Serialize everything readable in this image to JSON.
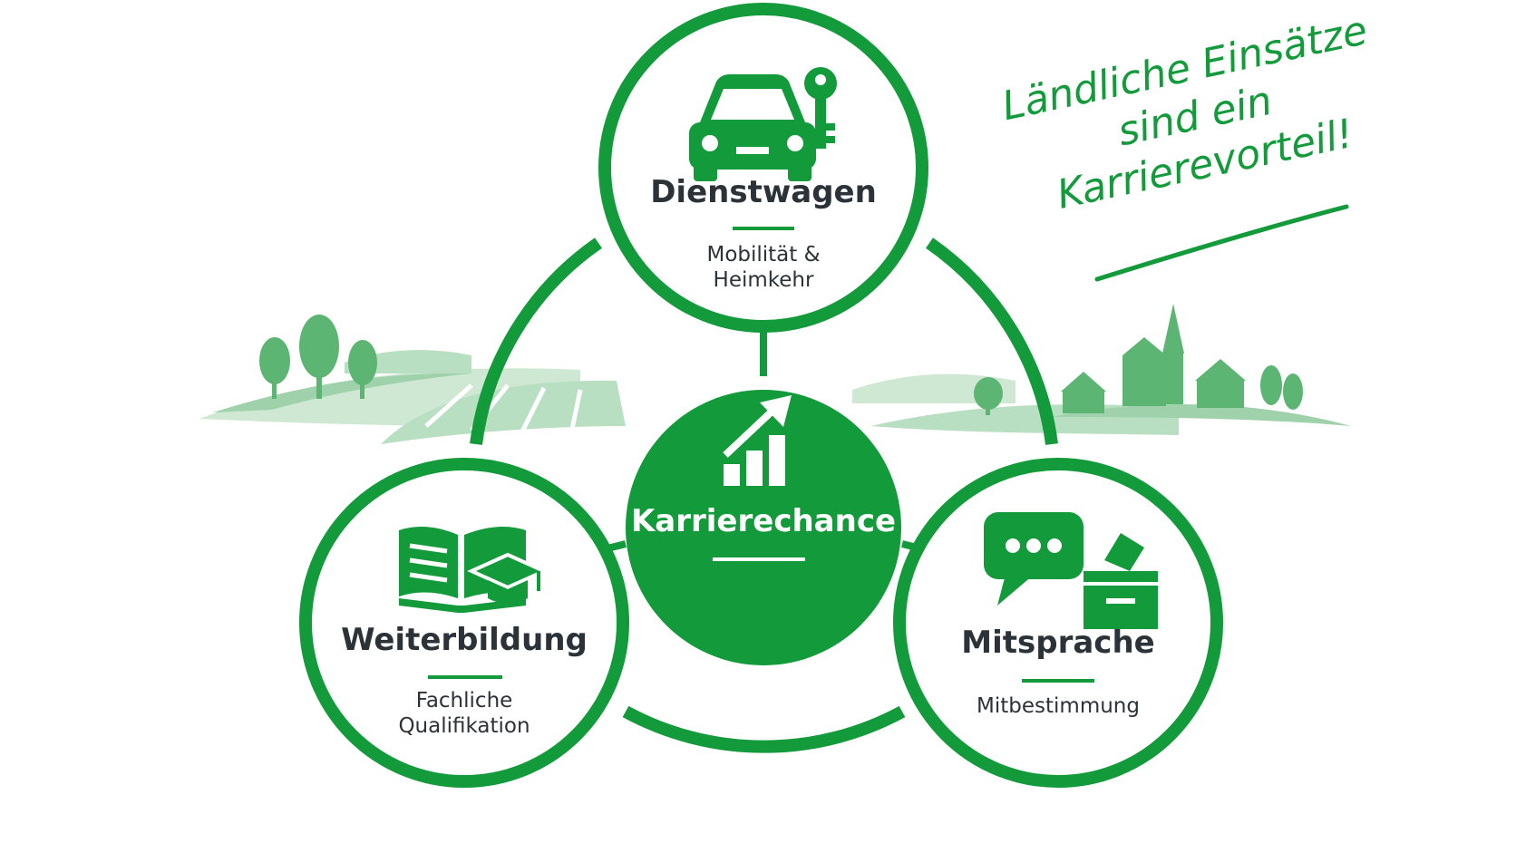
{
  "colors": {
    "primary": "#139a3a",
    "landscape_light": "#cfe8d4",
    "landscape_mid": "#9fd1ab",
    "landscape_dark": "#5cb572",
    "text_dark": "#2b3238"
  },
  "center": {
    "title": "Karrierechance",
    "icon": "growth-chart-icon"
  },
  "nodes": [
    {
      "id": "dienstwagen",
      "title": "Dienstwagen",
      "subtitle": [
        "Mobilität &",
        "Heimkehr"
      ],
      "icons": [
        "car-icon",
        "key-icon"
      ]
    },
    {
      "id": "weiterbildung",
      "title": "Weiterbildung",
      "subtitle": [
        "Fachliche",
        "Qualifikation"
      ],
      "icons": [
        "book-icon",
        "graduation-cap-icon"
      ]
    },
    {
      "id": "mitsprache",
      "title": "Mitsprache",
      "subtitle": [
        "Mitbestimmung"
      ],
      "icons": [
        "speech-bubble-icon",
        "ballot-box-icon"
      ]
    }
  ],
  "slogan": [
    "Ländliche Einsätze",
    "sind ein",
    "Karrierevorteil!"
  ]
}
